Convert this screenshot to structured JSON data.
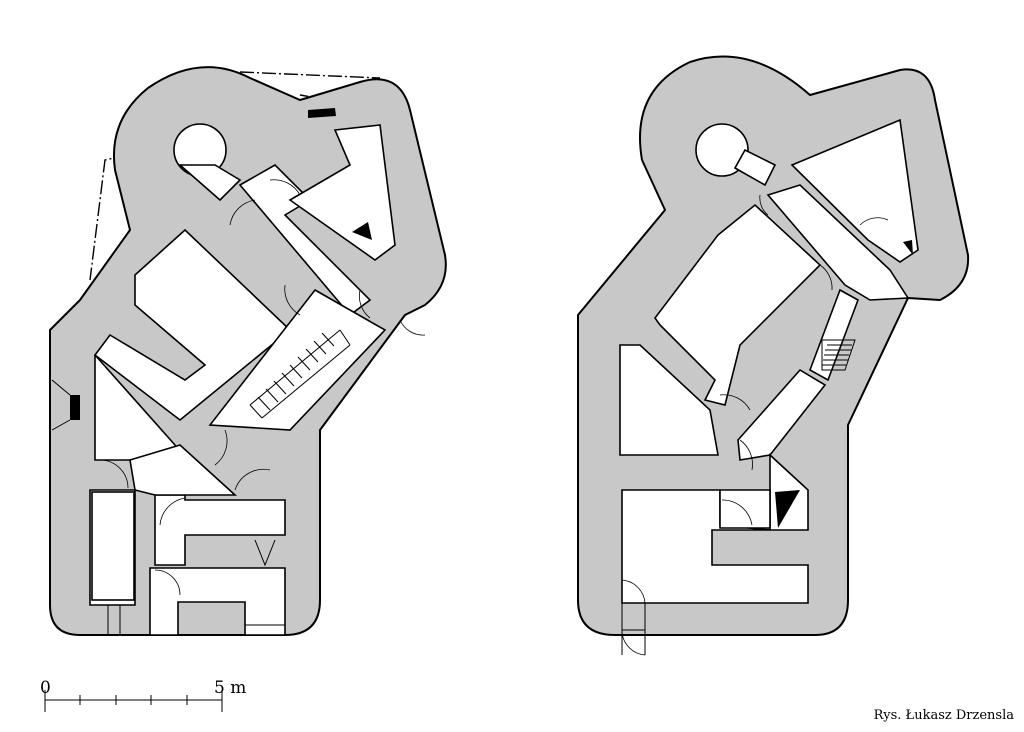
{
  "scale_bar": {
    "start_label": "0",
    "end_label": "5 m"
  },
  "credit": "Rys. Łukasz Drzensla"
}
